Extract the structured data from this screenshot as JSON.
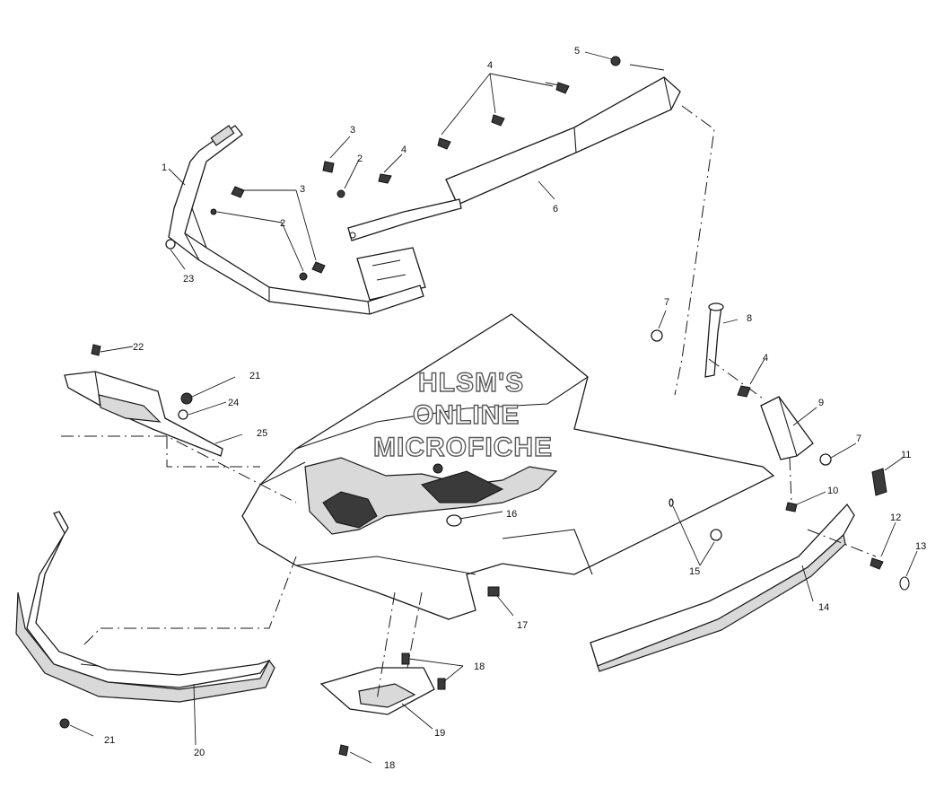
{
  "watermark": {
    "line1": "HLSM'S",
    "line2": "ONLINE",
    "line3": "MICROFICHE"
  },
  "callouts": {
    "c1": "1",
    "c2a": "2",
    "c2b": "2",
    "c3a": "3",
    "c3b": "3",
    "c4a": "4",
    "c4b": "4",
    "c4c": "4",
    "c5": "5",
    "c6": "6",
    "c7a": "7",
    "c7b": "7",
    "c8": "8",
    "c9": "9",
    "c10": "10",
    "c11": "11",
    "c12": "12",
    "c13": "13",
    "c14": "14",
    "c15": "15",
    "c16": "16",
    "c17": "17",
    "c18a": "18",
    "c18b": "18",
    "c19": "19",
    "c20": "20",
    "c21a": "21",
    "c21b": "21",
    "c22": "22",
    "c23": "23",
    "c24": "24",
    "c25": "25"
  }
}
